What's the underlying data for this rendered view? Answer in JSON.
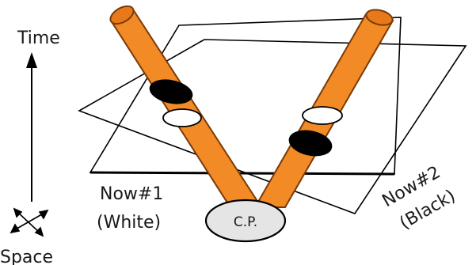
{
  "axes": {
    "time_label": "Time",
    "space_label": "Space"
  },
  "planes": {
    "now1": {
      "name": "Now#1",
      "color_word": "(White)"
    },
    "now2": {
      "name": "Now#2",
      "color_word": "(Black)"
    }
  },
  "common_point": {
    "label": "C.P."
  },
  "colors": {
    "tube_fill": "#f28a26",
    "tube_stroke": "#7a3a08",
    "tube_cap": "#e8791a",
    "disk_black": "#000000",
    "disk_white": "#ffffff",
    "plane_stroke": "#000000",
    "cp_fill": "#e5e5e5"
  }
}
